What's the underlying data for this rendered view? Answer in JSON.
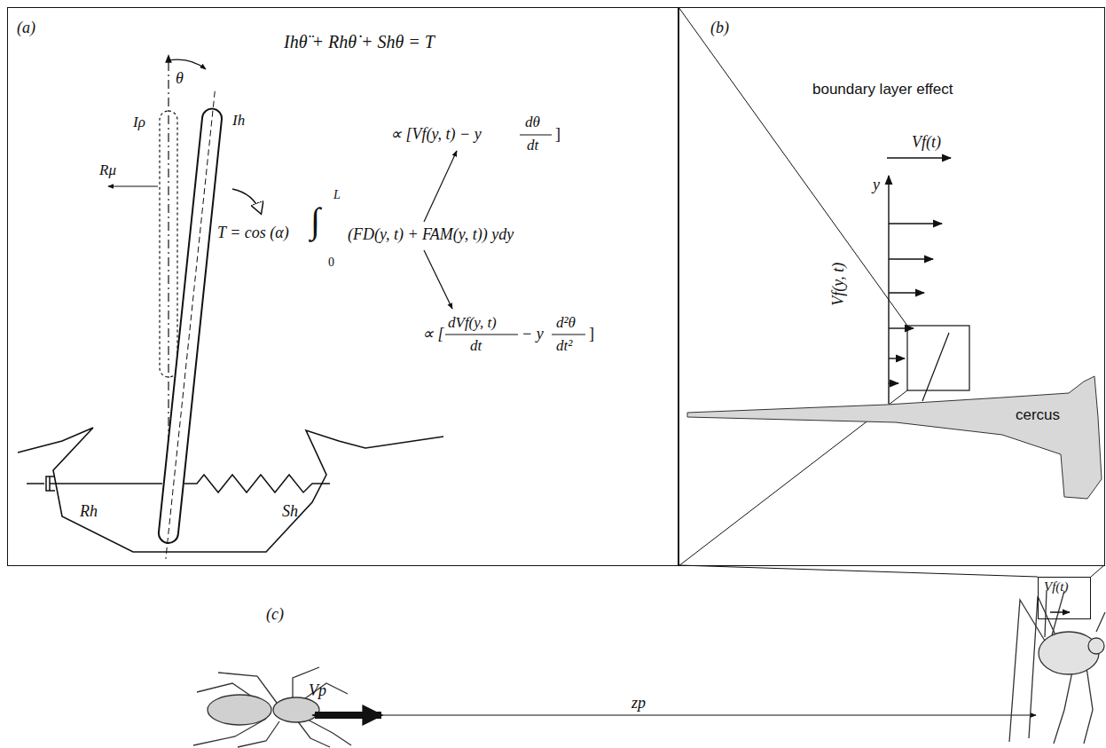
{
  "diagram": {
    "nodes": [
      {
        "text": [
          "(a)"
        ]
      },
      {
        "text": [
          "(b)",
          "boundary layer effect"
        ]
      },
      {
        "text": [
          "Vf(t)"
        ]
      }
    ],
    "edges": [
      {
        "from": 2,
        "to": 1,
        "arrow": "none"
      }
    ],
    "labels": [
      "Ihθ̈ + Rhθ̇ + Shθ = T",
      "θ",
      "Iρ",
      "Ih",
      "Rμ",
      "T = cos (α)",
      "∫",
      "L",
      "0",
      "(FD(y, t) + FAM(y, t)) ydy",
      "∝ [Vf(y, t) − y",
      "dθ",
      "dt",
      "]",
      "∝ [",
      "dVf(y, t)",
      "dt",
      "− y",
      "d²θ",
      "dt²",
      "]",
      "Rh",
      "Sh",
      "y",
      "Vf(t)",
      "Vf(y, t)",
      "cercus",
      "(c)",
      "Vp",
      "zp"
    ]
  }
}
